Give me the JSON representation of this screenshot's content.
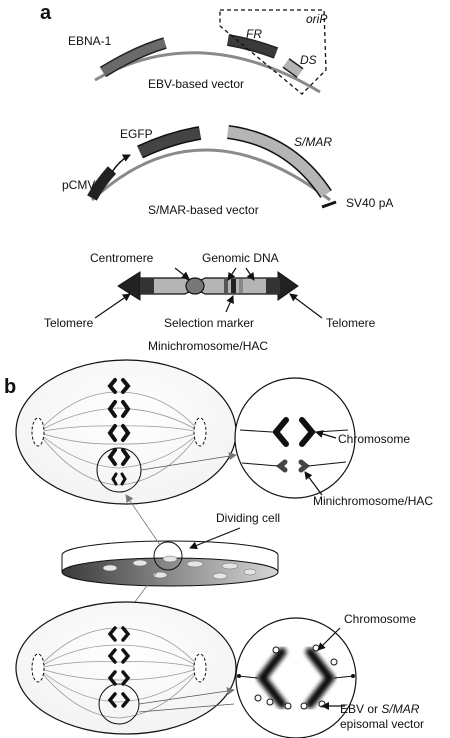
{
  "panel_a": {
    "label": "a",
    "ebv": {
      "ebna1": "EBNA-1",
      "oriP": "oriP",
      "fr": "FR",
      "ds": "DS",
      "caption": "EBV-based vector"
    },
    "smar": {
      "egfp": "EGFP",
      "smar": "S/MAR",
      "pcmv": "pCMV",
      "sv40": "SV40 pA",
      "caption": "S/MAR-based vector"
    },
    "hac": {
      "centromere": "Centromere",
      "genomic_dna": "Genomic DNA",
      "telomere_left": "Telomere",
      "telomere_right": "Telomere",
      "selection_marker": "Selection marker",
      "caption": "Minichromosome/HAC"
    }
  },
  "panel_b": {
    "label": "b",
    "top_chromosome": "Chromosome",
    "top_minichromosome": "Minichromosome/HAC",
    "dividing_cell": "Dividing cell",
    "bottom_chromosome": "Chromosome",
    "episomal_line1": "EBV or",
    "episomal_line1_italic": "S/MAR",
    "episomal_line2": "episomal vector"
  },
  "colors": {
    "dark_gene": "#333333",
    "light_gene": "#b5b5b5",
    "backbone": "#8a8a8a",
    "chromosome": "#222222",
    "dish_fill": "#555555"
  }
}
